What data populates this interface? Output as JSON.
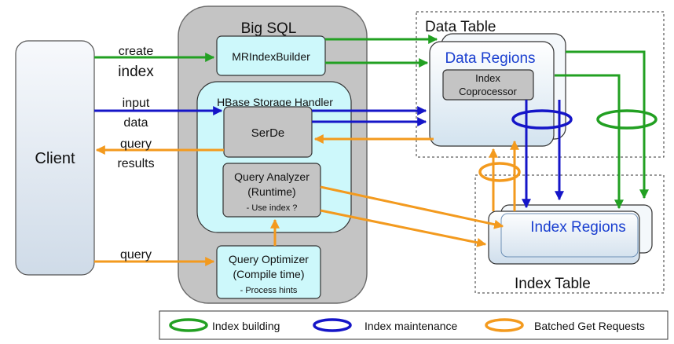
{
  "client": {
    "label": "Client"
  },
  "bigsql": {
    "title": "Big SQL",
    "mrindexbuilder": "MRIndexBuilder",
    "hbase_handler": "HBase  Storage Handler",
    "serde": "SerDe",
    "query_analyzer": {
      "line1": "Query Analyzer",
      "line2": "(Runtime)",
      "line3": "- Use index ?"
    },
    "query_optimizer": {
      "line1": "Query Optimizer",
      "line2": "(Compile time)",
      "line3": "- Process hints"
    }
  },
  "data_table": {
    "title": "Data Table",
    "regions": "Data Regions",
    "coprocessor": {
      "line1": "Index",
      "line2": "Coprocessor"
    }
  },
  "index_table": {
    "title": "Index Table",
    "regions": "Index Regions"
  },
  "arrow_labels": {
    "create_index": {
      "line1": "create",
      "line2": "index"
    },
    "input_data": {
      "line1": "input",
      "line2": "data"
    },
    "query_results": {
      "line1": "query",
      "line2": "results"
    },
    "query": "query"
  },
  "legend": [
    {
      "label": "Index building",
      "color": "#22a022"
    },
    {
      "label": "Index maintenance",
      "color": "#1515c8"
    },
    {
      "label": "Batched Get Requests",
      "color": "#f39a1e"
    }
  ],
  "colors": {
    "building": "#22a022",
    "maintenance": "#1515c8",
    "requests": "#f39a1e",
    "region_title": "#1a3fd0"
  }
}
